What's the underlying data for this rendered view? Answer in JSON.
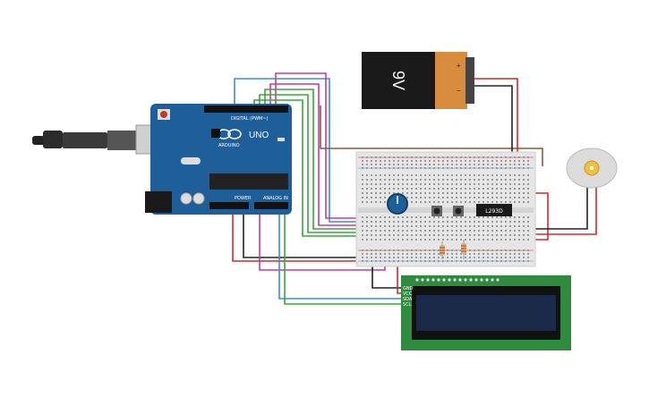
{
  "arduino": {
    "logo_text": "ARDUINO",
    "model": "UNO",
    "digital_header": "DIGITAL (PWM~)",
    "power_header": "POWER",
    "analog_header": "ANALOG IN"
  },
  "battery": {
    "label": "9V",
    "plus": "+",
    "minus": "−"
  },
  "driver_chip": {
    "label": "L293D"
  },
  "lcd": {
    "pins": [
      "GND",
      "VCC",
      "SDA",
      "SCL"
    ]
  },
  "colors": {
    "board_blue": "#1f5f99",
    "breadboard": "#e6e6e6",
    "lcd_pcb": "#2e8b3e",
    "lcd_screen": "#1c2a4a",
    "battery_orange": "#d98c3c",
    "wire_red": "#d42a2a",
    "wire_green": "#3aa63a",
    "wire_blue": "#3a8ed4",
    "wire_magenta": "#c43aa6",
    "wire_brown": "#8b5a3c",
    "wire_black": "#222222"
  },
  "icons": [
    "usb-cable-icon",
    "potentiometer-icon",
    "pushbutton-icon",
    "resistor-icon",
    "dc-motor-icon",
    "battery-9v-icon"
  ]
}
